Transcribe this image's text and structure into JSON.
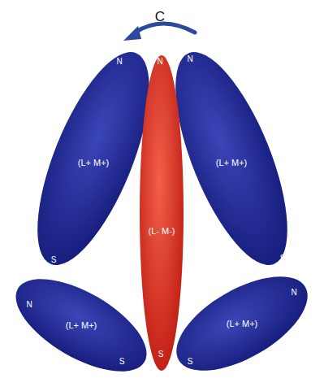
{
  "diagram": {
    "nodes": [
      {
        "text": [
          "(L+ M+)"
        ]
      },
      {
        "text": [
          "(L- M-)"
        ]
      },
      {
        "text": [
          "(L+ M+)"
        ]
      },
      {
        "text": [
          "(L+ M+)"
        ]
      },
      {
        "text": [
          "(L+ M+)"
        ]
      }
    ],
    "labels": [
      "C",
      "N",
      "N",
      "N",
      "S",
      "S",
      "N",
      "N",
      "S",
      "S",
      "S"
    ]
  }
}
